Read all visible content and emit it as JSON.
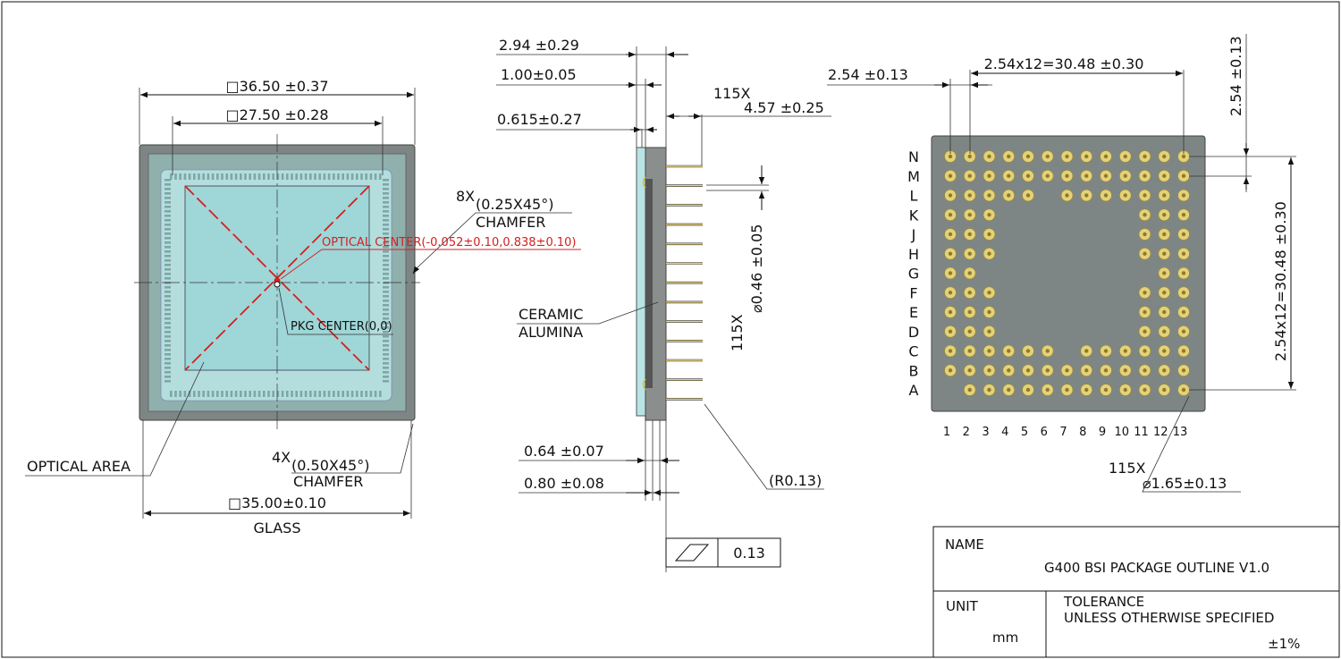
{
  "top_view": {
    "outer_dim": "□36.50 ±0.37",
    "inner_dim": "□27.50 ±0.28",
    "chamfer_8x_count": "8X",
    "chamfer_8x_value": "(0.25X45°)",
    "chamfer_8x_label": "CHAMFER",
    "optical_center": "OPTICAL CENTER(-0.052±0.10,0.838±0.10)",
    "pkg_center": "PKG CENTER(0,0)",
    "optical_area": "OPTICAL AREA",
    "chamfer_4x_count": "4X",
    "chamfer_4x_value": "(0.50X45°)",
    "chamfer_4x_label": "CHAMFER",
    "glass_dim": "□35.00±0.10",
    "glass_label": "GLASS"
  },
  "side_view": {
    "dim_total": "2.94 ±0.29",
    "dim_glass": "1.00±0.05",
    "dim_gap": "0.615±0.27",
    "pin_count": "115X",
    "pin_length": "4.57 ±0.25",
    "pin_diam_count": "115X",
    "pin_diam": "⌀0.46 ±0.05",
    "material_line1": "CERAMIC",
    "material_line2": "ALUMINA",
    "dim_bottom1": "0.64 ±0.07",
    "dim_bottom2": "0.80 ±0.08",
    "radius": "(R0.13)",
    "flatness_value": "0.13"
  },
  "bottom_view": {
    "pitch_dim": "2.54 ±0.13",
    "span_dim": "2.54x12=30.48 ±0.30",
    "pitch_dim_vertical": "2.54 ±0.13",
    "span_dim_vertical": "2.54x12=30.48 ±0.30",
    "rows": [
      "N",
      "M",
      "L",
      "K",
      "J",
      "H",
      "G",
      "F",
      "E",
      "D",
      "C",
      "B",
      "A"
    ],
    "cols": [
      "1",
      "2",
      "3",
      "4",
      "5",
      "6",
      "7",
      "8",
      "9",
      "10",
      "11",
      "12",
      "13"
    ],
    "pad_count": "115X",
    "pad_diam": "⌀1.65±0.13"
  },
  "title_block": {
    "name_label": "NAME",
    "name_value": "G400 BSI PACKAGE OUTLINE V1.0",
    "unit_label": "UNIT",
    "unit_value": "mm",
    "tolerance_label": "TOLERANCE",
    "tolerance_sub": "UNLESS OTHERWISE SPECIFIED",
    "tolerance_value": "±1%"
  },
  "colors": {
    "package_gray": "#7e8685",
    "glass_cyan": "#a9dcdc",
    "die_cyan": "#96d3d5",
    "pad_gold": "#e4d27a",
    "red": "#d42020"
  }
}
